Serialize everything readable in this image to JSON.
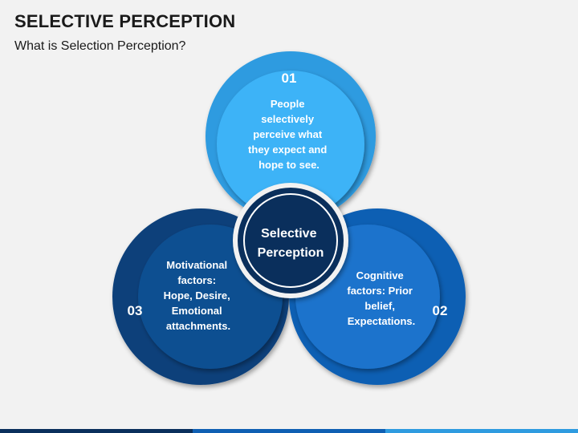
{
  "header": {
    "title": "SELECTIVE PERCEPTION",
    "subtitle": "What is Selection Perception?"
  },
  "center": {
    "lines": [
      "Selective",
      "Perception"
    ]
  },
  "items": [
    {
      "number": "01",
      "lines": [
        "People",
        "selectively",
        "perceive what",
        "they expect and",
        "hope to see."
      ]
    },
    {
      "number": "02",
      "lines": [
        "Cognitive",
        "factors: Prior",
        "belief,",
        "Expectations."
      ]
    },
    {
      "number": "03",
      "lines": [
        "Motivational",
        "factors:",
        "Hope, Desire,",
        "Emotional",
        "attachments."
      ]
    }
  ],
  "colors": {
    "item1_outer": "#2e9be0",
    "item1_inner": "#3eb3f7",
    "item2_outer": "#0f5fb3",
    "item2_inner": "#1b73cc",
    "item3_outer": "#0a3f7a",
    "item3_inner": "#0f4f91",
    "center": "#0a2f5c",
    "footer": [
      "#0a2f5c",
      "#0f5fb3",
      "#2e9be0"
    ]
  }
}
